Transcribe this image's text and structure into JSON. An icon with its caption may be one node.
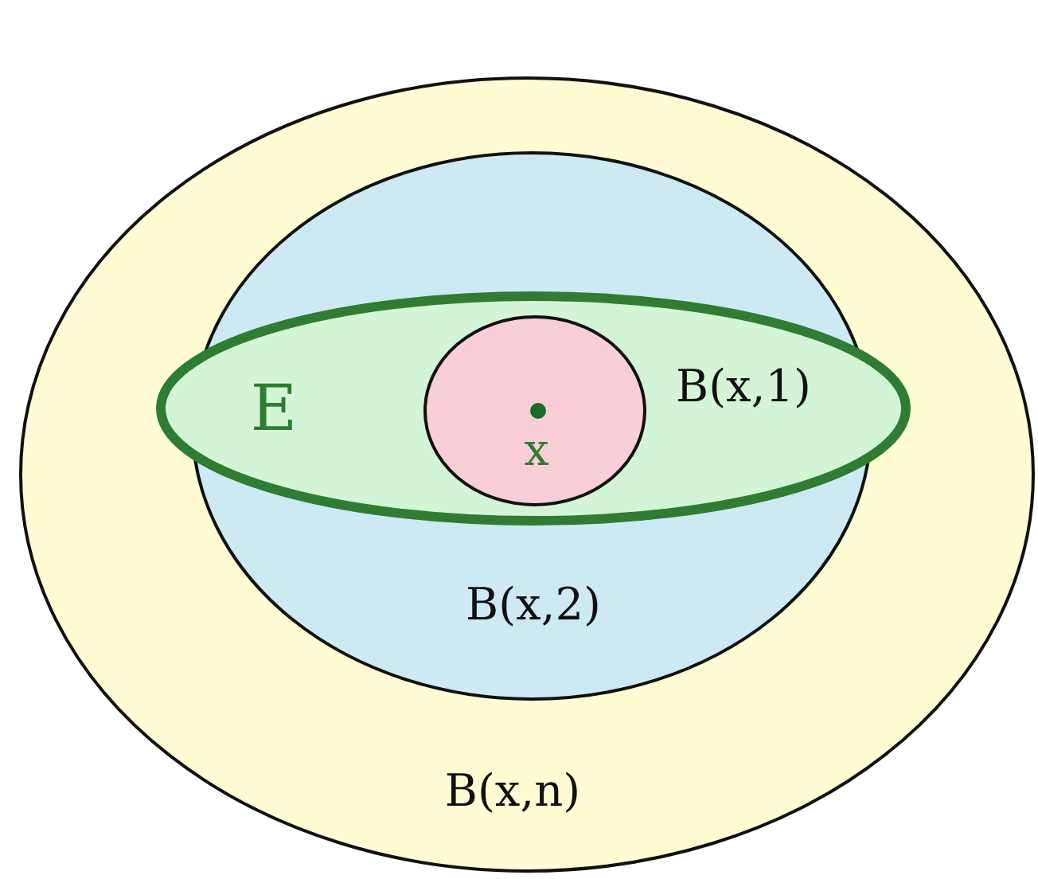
{
  "diagram": {
    "nodes": [
      {
        "text": [
          "B(x,n)"
        ]
      },
      {
        "text": [
          "B(x,2)"
        ],
        "in": 0
      },
      {
        "text": [
          "E"
        ],
        "in": 0
      },
      {
        "text": [],
        "shape": "circle",
        "in": 2
      },
      {
        "text": [
          "x"
        ],
        "in": 3
      }
    ],
    "labels": [
      "B(x,1)"
    ]
  }
}
